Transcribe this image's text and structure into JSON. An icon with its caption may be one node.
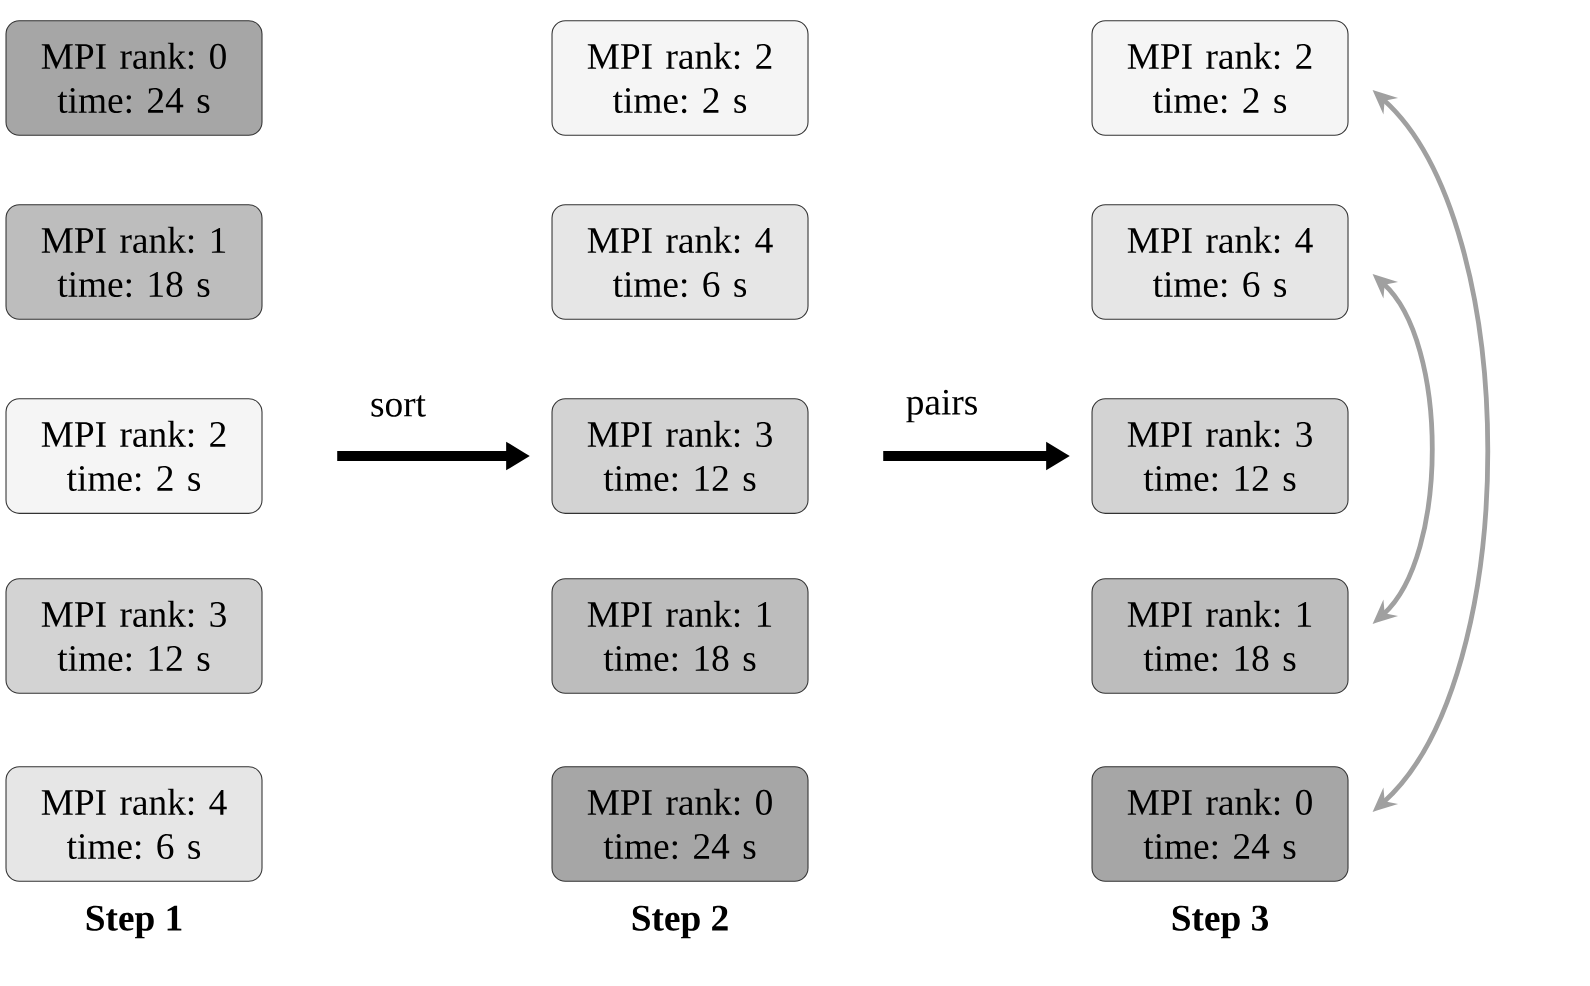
{
  "diagram": {
    "nodes": [
      {
        "text": [
          "MPI rank: 0",
          "time: 24 s"
        ]
      },
      {
        "text": [
          "MPI rank: 1",
          "time: 18 s"
        ]
      },
      {
        "text": [
          "MPI rank: 2",
          "time: 2 s"
        ]
      },
      {
        "text": [
          "MPI rank: 3",
          "time: 12 s"
        ]
      },
      {
        "text": [
          "MPI rank: 4",
          "time: 6 s"
        ]
      },
      {
        "text": [
          "MPI rank: 2",
          "time: 2 s"
        ]
      },
      {
        "text": [
          "MPI rank: 4",
          "time: 6 s"
        ]
      },
      {
        "text": [
          "MPI rank: 3",
          "time: 12 s"
        ]
      },
      {
        "text": [
          "MPI rank: 1",
          "time: 18 s"
        ]
      },
      {
        "text": [
          "MPI rank: 0",
          "time: 24 s"
        ]
      },
      {
        "text": [
          "MPI rank: 2",
          "time: 2 s"
        ]
      },
      {
        "text": [
          "MPI rank: 4",
          "time: 6 s"
        ]
      },
      {
        "text": [
          "MPI rank: 3",
          "time: 12 s"
        ]
      },
      {
        "text": [
          "MPI rank: 1",
          "time: 18 s"
        ]
      },
      {
        "text": [
          "MPI rank: 0",
          "time: 24 s"
        ]
      }
    ],
    "edges": [
      {
        "from": 2,
        "to": 7,
        "arrow": "to",
        "label": "sort",
        "style": "thick"
      },
      {
        "from": 7,
        "to": 12,
        "arrow": "to",
        "label": "pairs",
        "style": "thick"
      },
      {
        "from": 10,
        "to": 14,
        "arrow": "both",
        "color": "#a0a0a0"
      },
      {
        "from": 11,
        "to": 13,
        "arrow": "both",
        "color": "#a0a0a0"
      }
    ],
    "labels": [
      "Step 1",
      "Step 2",
      "Step 3"
    ]
  }
}
